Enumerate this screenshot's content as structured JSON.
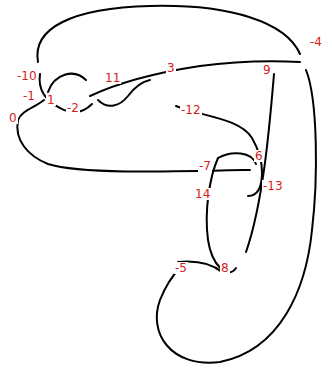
{
  "diagram": {
    "labels": [
      "-10",
      "11",
      "3",
      "-4",
      "9",
      "-1",
      "1",
      "-2",
      "-12",
      "0",
      "-7",
      "6",
      "-13",
      "14",
      "-5",
      "8"
    ]
  }
}
